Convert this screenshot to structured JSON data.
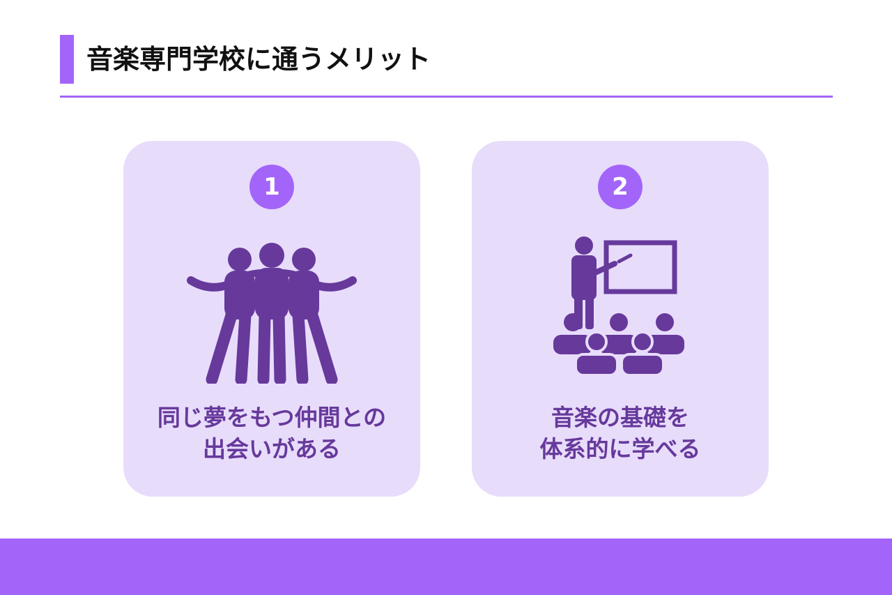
{
  "header": {
    "title": "音楽専門学校に通うメリット"
  },
  "cards": [
    {
      "number": "1",
      "icon": "friends-group-icon",
      "lines": [
        "同じ夢をもつ仲間との",
        "出会いがある"
      ]
    },
    {
      "number": "2",
      "icon": "teacher-lecture-icon",
      "lines": [
        "音楽の基礎を",
        "体系的に学べる"
      ]
    }
  ],
  "colors": {
    "accent": "#a365f9",
    "card_background": "#e8dcfb",
    "icon_and_text": "#66399b",
    "title_text": "#111111"
  }
}
